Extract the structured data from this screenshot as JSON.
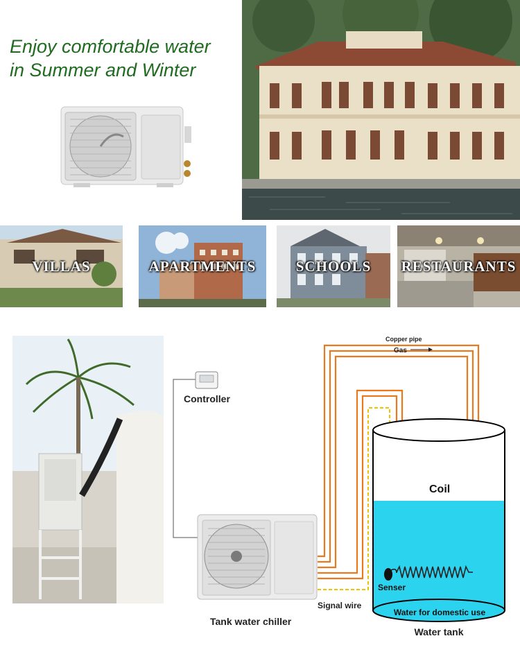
{
  "headline": {
    "line1": "Enjoy comfortable water",
    "line2": "in Summer and Winter"
  },
  "applications": [
    {
      "label": "VILLAS"
    },
    {
      "label": "APARTMENTS"
    },
    {
      "label": "SCHOOLS"
    },
    {
      "label": "RESTAURANTS"
    }
  ],
  "diagram": {
    "controller": "Controller",
    "copper_pipe": "Copper pipe",
    "gas": "Gas",
    "coil": "Coil",
    "senser": "Senser",
    "signal_wire": "Signal wire",
    "chiller": "Tank water chiller",
    "domestic": "Water for domestic use",
    "tank": "Water tank"
  },
  "colors": {
    "headline": "#1f6b1f",
    "pipe": "#e8791e",
    "signal_wire": "#f2c200",
    "water": "#2cd3ee"
  }
}
